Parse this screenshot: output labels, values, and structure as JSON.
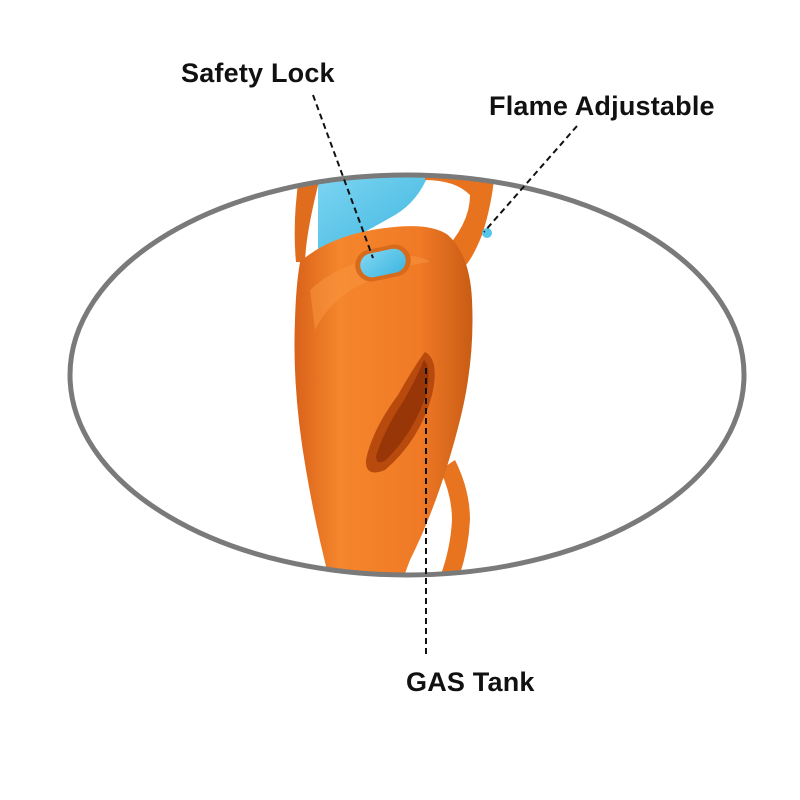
{
  "callouts": {
    "safety_lock": "Safety Lock",
    "flame_adjustable": "Flame Adjustable",
    "gas_tank": "GAS Tank"
  },
  "colors": {
    "body_orange": "#f07a26",
    "body_shadow": "#c85a12",
    "cap_blue": "#55c6ea",
    "ellipse_outline": "#7a7a7a",
    "leader_line": "#111111",
    "label_text": "#111111"
  },
  "icons": [
    "lighter-illustration"
  ]
}
